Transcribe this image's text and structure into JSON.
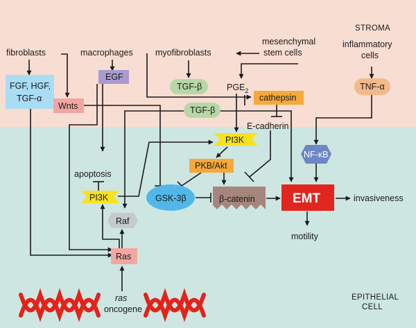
{
  "regions": {
    "stroma": "STROMA",
    "epithelial_line1": "EPITHELIAL",
    "epithelial_line2": "CELL"
  },
  "colors": {
    "stroma_bg": "#f8ddd3",
    "epithelial_bg": "#cde6e1",
    "emt": "#e0261f",
    "blue_box": "#a9dcf5",
    "pink_box": "#f2a6a3",
    "purple_box": "#a99bcd",
    "green_box": "#b7d7a6",
    "orange_box": "#f6a93a",
    "peach_box": "#f4b98a",
    "yellow_box": "#f8e21e",
    "gsk": "#52b7e8",
    "nfkb": "#6d86c4",
    "beta_catenin": "#a6857d",
    "raf": "#c5cbcb",
    "dna": "#e2231a"
  },
  "labels": {
    "fibroblasts": "fibroblasts",
    "macrophages": "macrophages",
    "myofibroblasts": "myofibroblasts",
    "mesenchymal_1": "mesenchymal",
    "mesenchymal_2": "stem cells",
    "inflammatory_1": "inflammatory",
    "inflammatory_2": "cells",
    "pge2_base": "PGE",
    "pge2_sub": "2",
    "e_cadherin": "E-cadherin",
    "apoptosis": "apoptosis",
    "invasiveness": "invasiveness",
    "motility": "motility",
    "ras_line1": "ras",
    "ras_line2": "oncogene"
  },
  "nodes": {
    "fgf": [
      "FGF, HGF,",
      "TGF-α"
    ],
    "egf": "EGF",
    "wnts": "Wnts",
    "tgfb_top": "TGF-β",
    "cathepsin": "cathepsin",
    "tgfb_mid": "TGF-β",
    "tnfa": "TNF-α",
    "pi3k_top": "PI3K",
    "pkb_akt": "PKB/Akt",
    "nfkb": "NF-κB",
    "gsk3b": "GSK-3β",
    "beta_catenin": "β-catenin",
    "emt": "EMT",
    "pi3k_left": "PI3K",
    "raf": "Raf",
    "ras": "Ras"
  }
}
